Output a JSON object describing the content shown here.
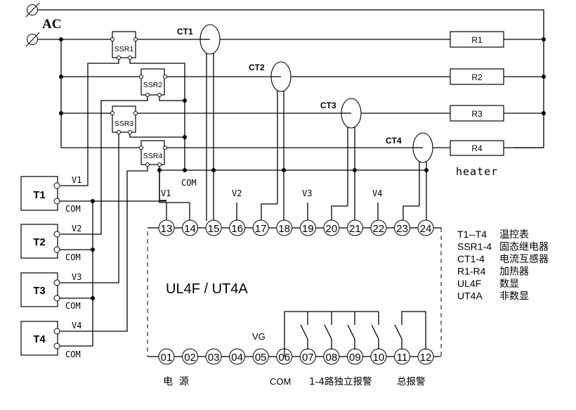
{
  "source": {
    "label": "AC"
  },
  "ssr": [
    "SSR1",
    "SSR2",
    "SSR3",
    "SSR4"
  ],
  "ct": [
    "CT1",
    "CT2",
    "CT3",
    "CT4"
  ],
  "resistors": [
    "R1",
    "R2",
    "R3",
    "R4"
  ],
  "heater_label": "heater",
  "temp_controllers": [
    {
      "name": "T1",
      "v_label": "V1",
      "com_label": "COM"
    },
    {
      "name": "T2",
      "v_label": "V2",
      "com_label": "COM"
    },
    {
      "name": "T3",
      "v_label": "V3",
      "com_label": "COM"
    },
    {
      "name": "T4",
      "v_label": "V4",
      "com_label": "COM"
    }
  ],
  "com_bus_label": "COM",
  "top_input_labels": [
    "V1",
    "V2",
    "V3",
    "V4"
  ],
  "device": {
    "model": "UL4F /  UT4A",
    "top_terminals": [
      "13",
      "14",
      "15",
      "16",
      "17",
      "18",
      "19",
      "20",
      "21",
      "22",
      "23",
      "24"
    ],
    "bottom_terminals": [
      "01",
      "02",
      "03",
      "04",
      "05",
      "06",
      "07",
      "08",
      "09",
      "10",
      "11",
      "12"
    ],
    "vg_label": "VG",
    "bottom_labels": {
      "power": "电  源",
      "com": "COM",
      "independent_alarm": "1-4路独立报警",
      "total_alarm": "总报警"
    }
  },
  "legend": [
    {
      "code": "T1--T4",
      "desc": "温控表"
    },
    {
      "code": "SSR1-4",
      "desc": "固态继电器"
    },
    {
      "code": "CT1-4",
      "desc": "电流互感器"
    },
    {
      "code": "R1-R4",
      "desc": "加热器"
    },
    {
      "code": "UL4F",
      "desc": "数显"
    },
    {
      "code": "UT4A",
      "desc": "非数显"
    }
  ]
}
